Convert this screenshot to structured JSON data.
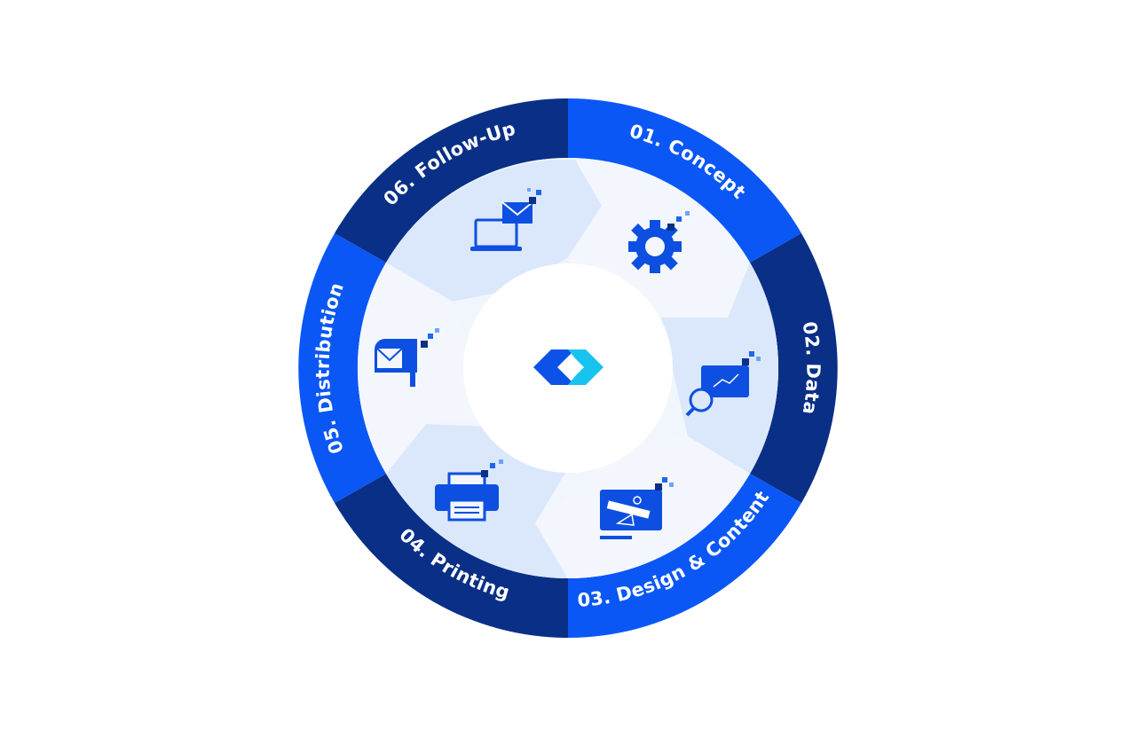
{
  "colors": {
    "ring_bright": "#0a57f5",
    "ring_dark": "#0a2f86",
    "inner_light": "#f1f6fd",
    "inner_mid": "#dbe8fb",
    "icon_blue": "#0d4fe0",
    "logo_blue": "#0c52e8",
    "logo_cyan": "#19c3f0"
  },
  "stages": [
    {
      "label": "01. Concept",
      "icon": "gear-icon"
    },
    {
      "label": "02. Data",
      "icon": "data-analysis-icon"
    },
    {
      "label": "03. Design & Content",
      "icon": "design-monitor-icon"
    },
    {
      "label": "04. Printing",
      "icon": "printer-icon"
    },
    {
      "label": "05. Distribution",
      "icon": "mailbox-icon"
    },
    {
      "label": "06. Follow-Up",
      "icon": "laptop-email-icon"
    }
  ],
  "center": {
    "logo": "brand-logo-icon"
  }
}
